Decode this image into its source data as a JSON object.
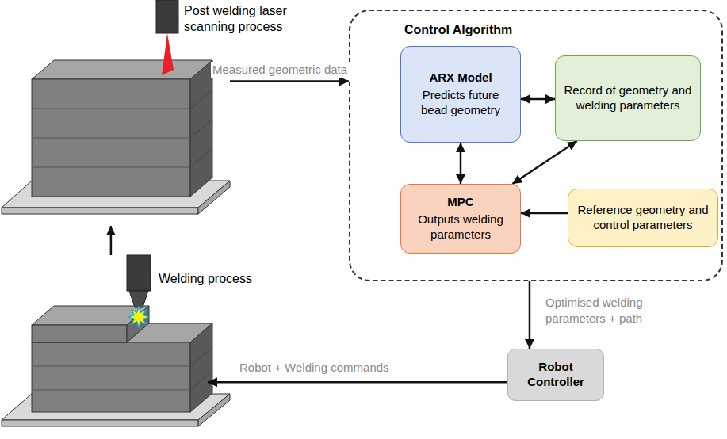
{
  "diagram": {
    "nodes": [
      {
        "text": [
          "Post welding laser scanning process"
        ]
      },
      {
        "text": [
          "Control Algorithm"
        ]
      },
      {
        "text": [
          "ARX Model",
          "Predicts future bead geometry"
        ],
        "in": 1
      },
      {
        "text": [
          "Record of geometry and welding parameters"
        ],
        "in": 1
      },
      {
        "text": [
          "MPC",
          "Outputs welding parameters"
        ],
        "in": 1
      },
      {
        "text": [
          "Reference geometry and control parameters"
        ],
        "in": 1
      },
      {
        "text": [
          "Welding process"
        ]
      },
      {
        "text": [
          "Robot Controller"
        ]
      }
    ],
    "edges": [
      {
        "from": 0,
        "to": 1,
        "label": "Measured geometric data",
        "arrow": "to"
      },
      {
        "from": 2,
        "to": 3,
        "arrow": "both"
      },
      {
        "from": 2,
        "to": 4,
        "arrow": "both"
      },
      {
        "from": 4,
        "to": 3,
        "arrow": "both"
      },
      {
        "from": 5,
        "to": 4,
        "arrow": "to"
      },
      {
        "from": 1,
        "to": 7,
        "label": "Optimised welding parameters + path",
        "arrow": "to"
      },
      {
        "from": 7,
        "to": 6,
        "label": "Robot + Welding commands",
        "arrow": "to"
      },
      {
        "from": 6,
        "to": 0,
        "arrow": "to"
      }
    ]
  }
}
